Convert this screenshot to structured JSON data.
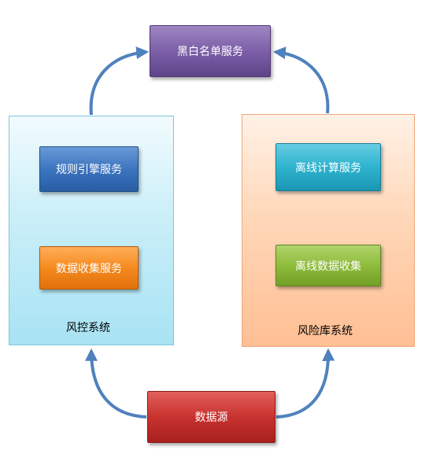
{
  "top_node": {
    "label": "黑白名单服务"
  },
  "left_panel": {
    "label": "风控系统",
    "nodes": [
      {
        "label": "规则引擎服务"
      },
      {
        "label": "数据收集服务"
      }
    ]
  },
  "right_panel": {
    "label": "风险库系统",
    "nodes": [
      {
        "label": "离线计算服务"
      },
      {
        "label": "离线数据收集"
      }
    ]
  },
  "bottom_node": {
    "label": "数据源"
  },
  "colors": {
    "arrow": "#4f81bd",
    "blacklist": "#7c5fa8",
    "rule_engine": "#3c74bf",
    "data_collect": "#f58a1f",
    "offline_calc": "#2eb3cf",
    "offline_collect": "#8fbc3c",
    "data_source": "#c8322f"
  }
}
